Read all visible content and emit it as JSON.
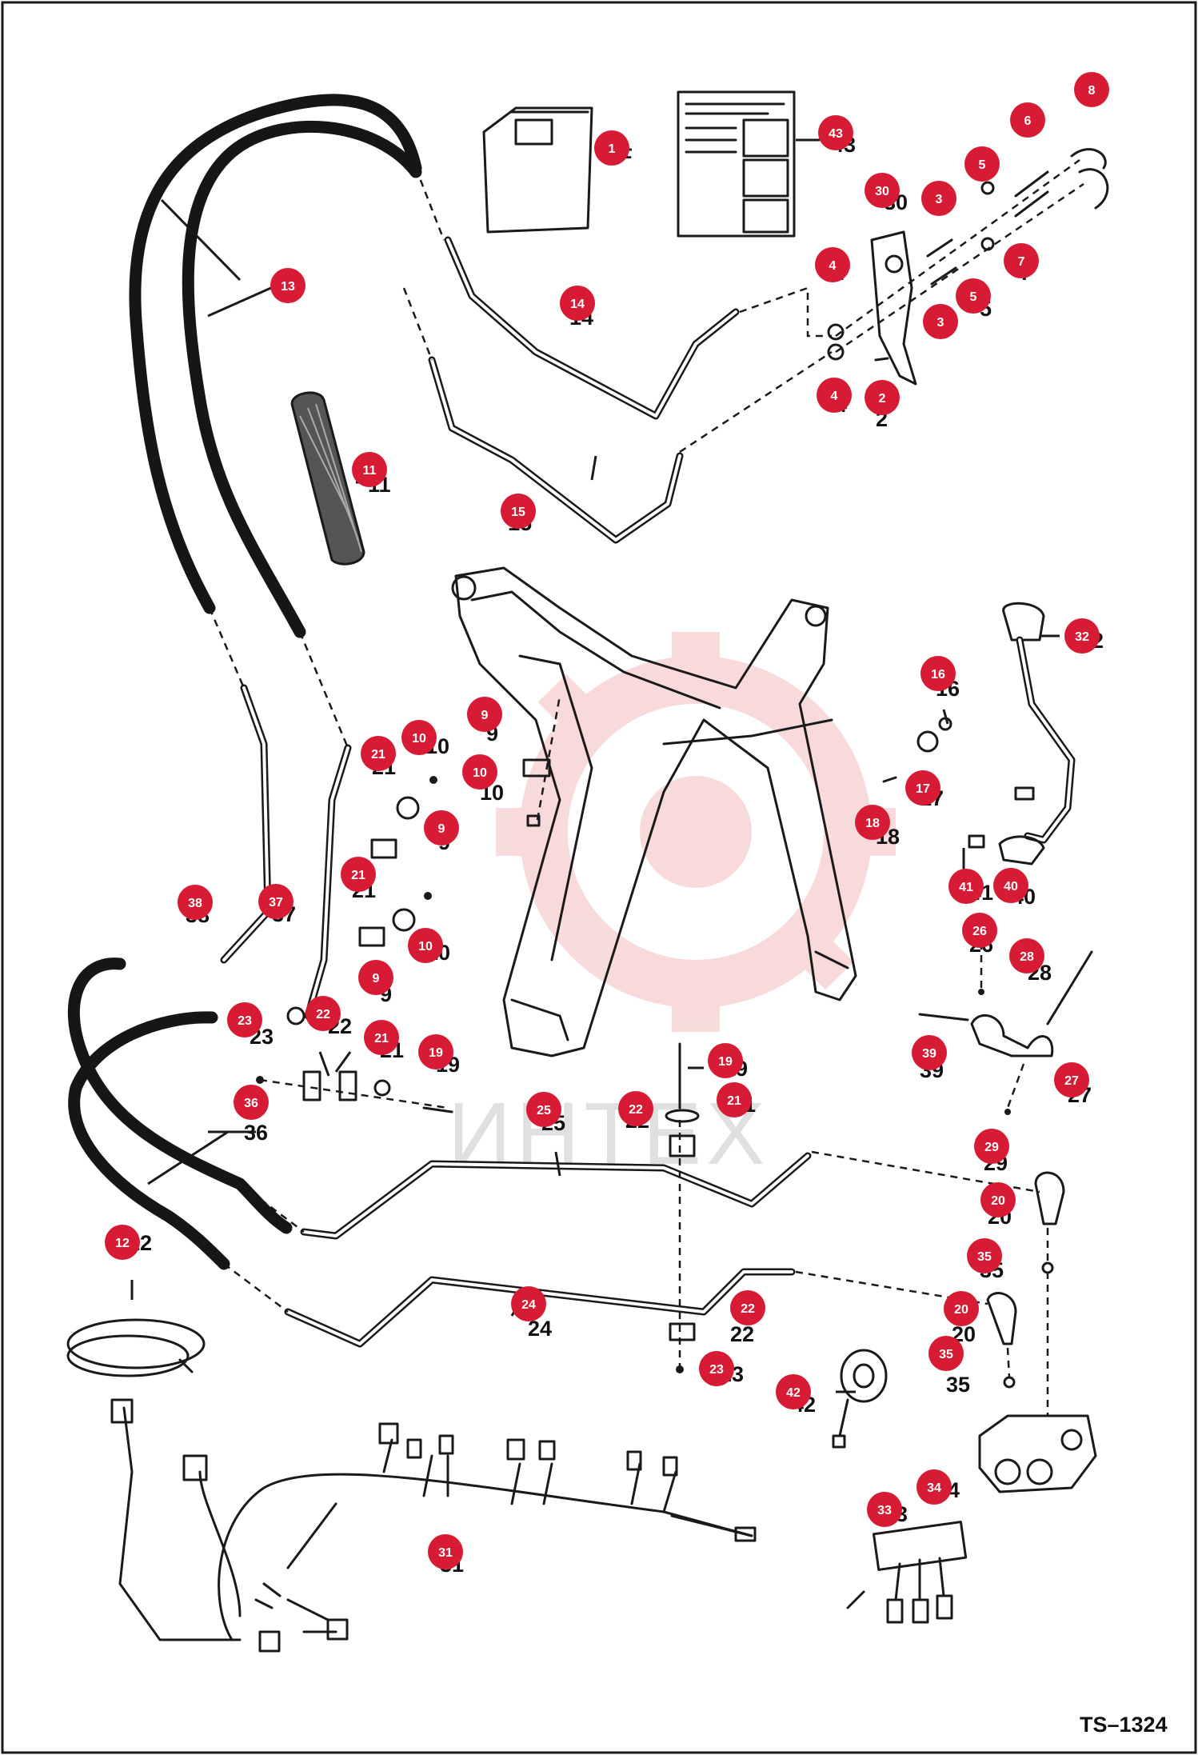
{
  "drawing_code": "TS–1324",
  "watermark": "ИНТЕХ",
  "colors": {
    "callout": "#d81b35",
    "ink": "#1a1a1a",
    "watermark": "#e05a5a"
  },
  "parts": [
    {
      "ref": "1",
      "callout": "1",
      "label": "1"
    },
    {
      "ref": "2",
      "callout": "2",
      "label": "2"
    },
    {
      "ref": "3a",
      "callout": "3",
      "label": "3"
    },
    {
      "ref": "3b",
      "callout": "3",
      "label": "3"
    },
    {
      "ref": "4a",
      "callout": "4",
      "label": "4"
    },
    {
      "ref": "4b",
      "callout": "4",
      "label": "4"
    },
    {
      "ref": "5a",
      "callout": "5",
      "label": "5"
    },
    {
      "ref": "5b",
      "callout": "5",
      "label": "5"
    },
    {
      "ref": "6",
      "callout": "6",
      "label": "6"
    },
    {
      "ref": "7",
      "callout": "7",
      "label": "7"
    },
    {
      "ref": "8",
      "callout": "8",
      "label": "8"
    },
    {
      "ref": "9a",
      "callout": "9",
      "label": "9"
    },
    {
      "ref": "9b",
      "callout": "9",
      "label": "9"
    },
    {
      "ref": "9c",
      "callout": "9",
      "label": "9"
    },
    {
      "ref": "10a",
      "callout": "10",
      "label": "10"
    },
    {
      "ref": "10b",
      "callout": "10",
      "label": "10"
    },
    {
      "ref": "10c",
      "callout": "10",
      "label": "10"
    },
    {
      "ref": "11",
      "callout": "11",
      "label": "11"
    },
    {
      "ref": "12",
      "callout": "12",
      "label": "12"
    },
    {
      "ref": "13",
      "callout": "13",
      "label": "13"
    },
    {
      "ref": "14",
      "callout": "14",
      "label": "14"
    },
    {
      "ref": "15",
      "callout": "15",
      "label": "15"
    },
    {
      "ref": "16",
      "callout": "16",
      "label": "16"
    },
    {
      "ref": "17",
      "callout": "17",
      "label": "17"
    },
    {
      "ref": "18",
      "callout": "18",
      "label": "18"
    },
    {
      "ref": "19a",
      "callout": "19",
      "label": "19"
    },
    {
      "ref": "19b",
      "callout": "19",
      "label": "19"
    },
    {
      "ref": "20a",
      "callout": "20",
      "label": "20"
    },
    {
      "ref": "20b",
      "callout": "20",
      "label": "20"
    },
    {
      "ref": "21a",
      "callout": "21",
      "label": "21"
    },
    {
      "ref": "21b",
      "callout": "21",
      "label": "21"
    },
    {
      "ref": "21c",
      "callout": "21",
      "label": "21"
    },
    {
      "ref": "21d",
      "callout": "21",
      "label": "21"
    },
    {
      "ref": "22a",
      "callout": "22",
      "label": "22"
    },
    {
      "ref": "22b",
      "callout": "22",
      "label": "22"
    },
    {
      "ref": "22c",
      "callout": "22",
      "label": "22"
    },
    {
      "ref": "23a",
      "callout": "23",
      "label": "23"
    },
    {
      "ref": "23b",
      "callout": "23",
      "label": "23"
    },
    {
      "ref": "24",
      "callout": "24",
      "label": "24"
    },
    {
      "ref": "25",
      "callout": "25",
      "label": "25"
    },
    {
      "ref": "26",
      "callout": "26",
      "label": "26"
    },
    {
      "ref": "27",
      "callout": "27",
      "label": "27"
    },
    {
      "ref": "28",
      "callout": "28",
      "label": "28"
    },
    {
      "ref": "29",
      "callout": "29",
      "label": "29"
    },
    {
      "ref": "30",
      "callout": "30",
      "label": "30"
    },
    {
      "ref": "31",
      "callout": "31",
      "label": "31"
    },
    {
      "ref": "32",
      "callout": "32",
      "label": "32"
    },
    {
      "ref": "33",
      "callout": "33",
      "label": "33"
    },
    {
      "ref": "34",
      "callout": "34",
      "label": "34"
    },
    {
      "ref": "35a",
      "callout": "35",
      "label": "35"
    },
    {
      "ref": "35b",
      "callout": "35",
      "label": "35"
    },
    {
      "ref": "36",
      "callout": "36",
      "label": "36"
    },
    {
      "ref": "37",
      "callout": "37",
      "label": "37"
    },
    {
      "ref": "38",
      "callout": "38",
      "label": "38"
    },
    {
      "ref": "39",
      "callout": "39",
      "label": "39"
    },
    {
      "ref": "40",
      "callout": "40",
      "label": "40"
    },
    {
      "ref": "41",
      "callout": "41",
      "label": "41"
    },
    {
      "ref": "42",
      "callout": "42",
      "label": "42"
    },
    {
      "ref": "43",
      "callout": "43",
      "label": "43"
    }
  ]
}
